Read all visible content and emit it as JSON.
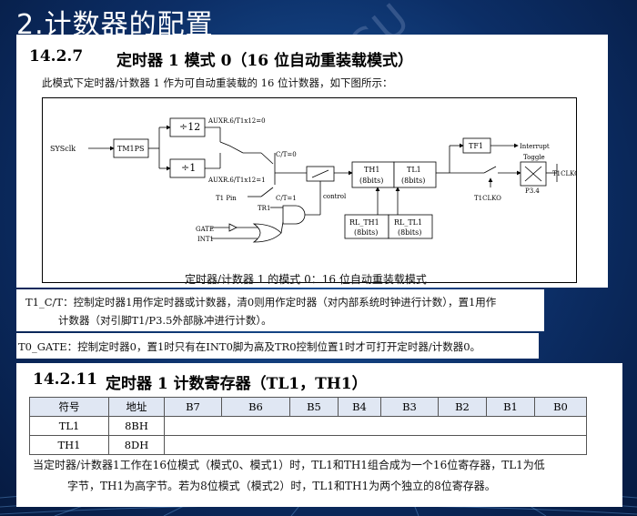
{
  "slide": {
    "title": "2.计数器的配置",
    "watermark": "STC MCU"
  },
  "section1": {
    "number": "14.2.7",
    "title": "定时器 1 模式 0（16 位自动重装载模式）",
    "intro": "此模式下定时器/计数器 1 作为可自动重装载的 16 位计数器，如下图所示：",
    "caption": "定时器/计数器 1 的模式 0：16 位自动重装载模式"
  },
  "diagram": {
    "sysclk": "SYSclk",
    "tm1ps": "TM1PS",
    "div12": "÷12",
    "div1": "÷1",
    "auxr0": "AUXR.6/T1x12=0",
    "auxr1": "AUXR.6/T1x12=1",
    "ct0": "C/T=0",
    "ct1": "C/T=1",
    "t1pin": "T1 Pin",
    "tr1": "TR1",
    "gate": "GATE",
    "int1": "INT1",
    "control": "control",
    "th1": "TH1",
    "tl1": "TL1",
    "bits8": "(8bits)",
    "rlth1": "RL_TH1",
    "rltl1": "RL_TL1",
    "tf1": "TF1",
    "interrupt": "Interrupt",
    "toggle": "Toggle",
    "t1clko": "T1CLKO",
    "p34": "P3.4"
  },
  "notes": {
    "ct_line1": "T1_C/T：控制定时器1用作定时器或计数器，清0则用作定时器（对内部系统时钟进行计数），置1用作",
    "ct_line2": "计数器（对引脚T1/P3.5外部脉冲进行计数）。",
    "gate": "T0_GATE：控制定时器0，置1时只有在INT0脚为高及TR0控制位置1时才可打开定时器/计数器0。"
  },
  "section2": {
    "number": "14.2.11",
    "title": "定时器 1 计数寄存器（TL1，TH1）",
    "table": {
      "headers": [
        "符号",
        "地址",
        "B7",
        "B6",
        "B5",
        "B4",
        "B3",
        "B2",
        "B1",
        "B0"
      ],
      "rows": [
        [
          "TL1",
          "8BH"
        ],
        [
          "TH1",
          "8DH"
        ]
      ]
    },
    "para1": "当定时器/计数器1工作在16位模式（模式0、模式1）时，TL1和TH1组合成为一个16位寄存器，TL1为低",
    "para2": "字节，TH1为高字节。若为8位模式（模式2）时，TL1和TH1为两个独立的8位寄存器。"
  }
}
